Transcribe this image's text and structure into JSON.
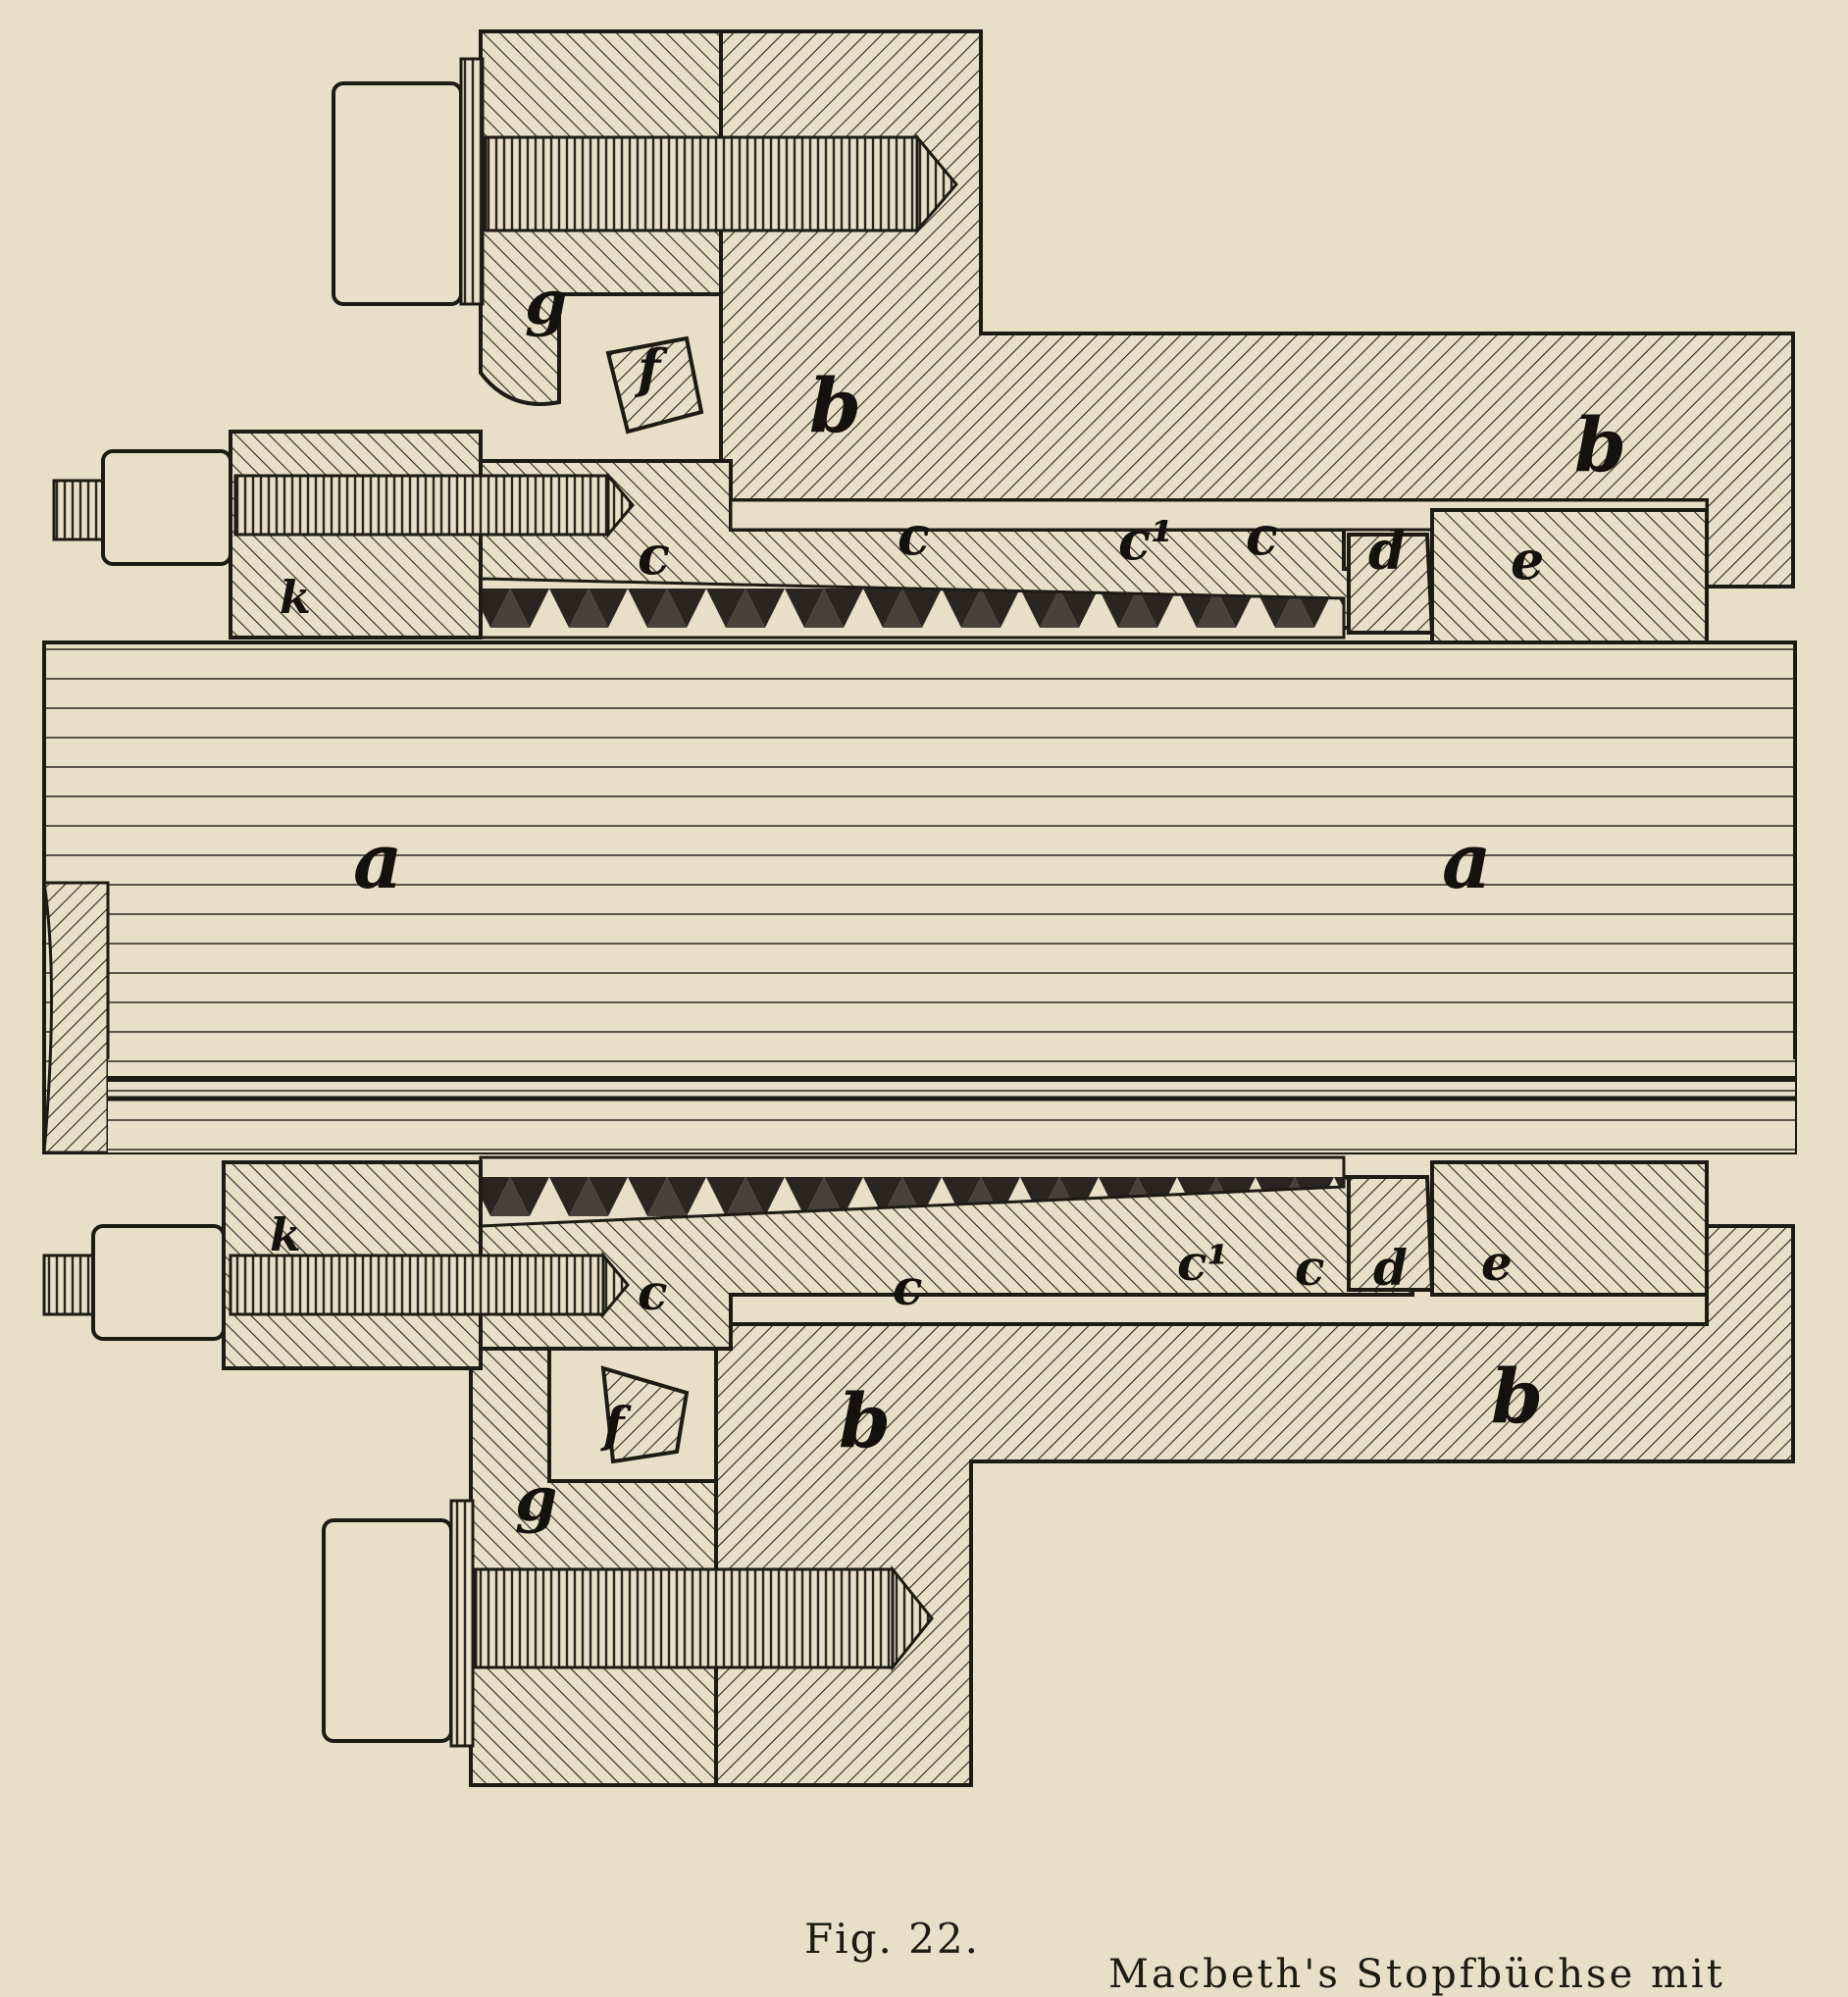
{
  "figure": {
    "caption": "Fig. 22.",
    "bottom_text": "Macbeth's Stopfbüchse mit"
  },
  "labels": {
    "a": "a",
    "b": "b",
    "c": "c",
    "c1": "c¹",
    "d": "d",
    "e": "e",
    "f": "f",
    "g": "g",
    "k": "k"
  },
  "colors": {
    "paper": "#e9dfc8",
    "ink": "#1e1a14",
    "packing": "#2a2520"
  }
}
